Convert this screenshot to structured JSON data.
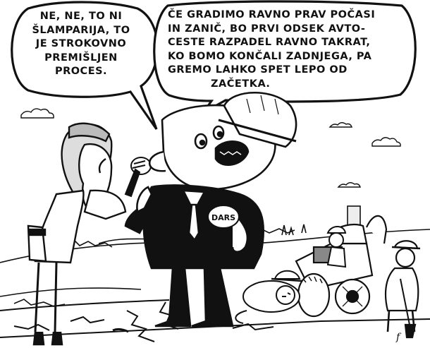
{
  "comic": {
    "left_speech": "NE, NE, TO NI\nŠLAMPARIJA, TO\nJE STROKOVNO\nPREMIŠLJEN\nPROCES.",
    "right_speech": "ČE GRADIMO RAVNO PRAV POČASI\nIN ZANIČ, BO PRVI ODSEK AVTO-\nCESTE RAZPADEL RAVNO TAKRAT,\nKO BOMO KONČALI ZADNJEGA, PA\nGREMO LAHKO SPET LEPO OD\n           ZAČETKA.",
    "badge_text": "DARS",
    "signature": "f"
  }
}
